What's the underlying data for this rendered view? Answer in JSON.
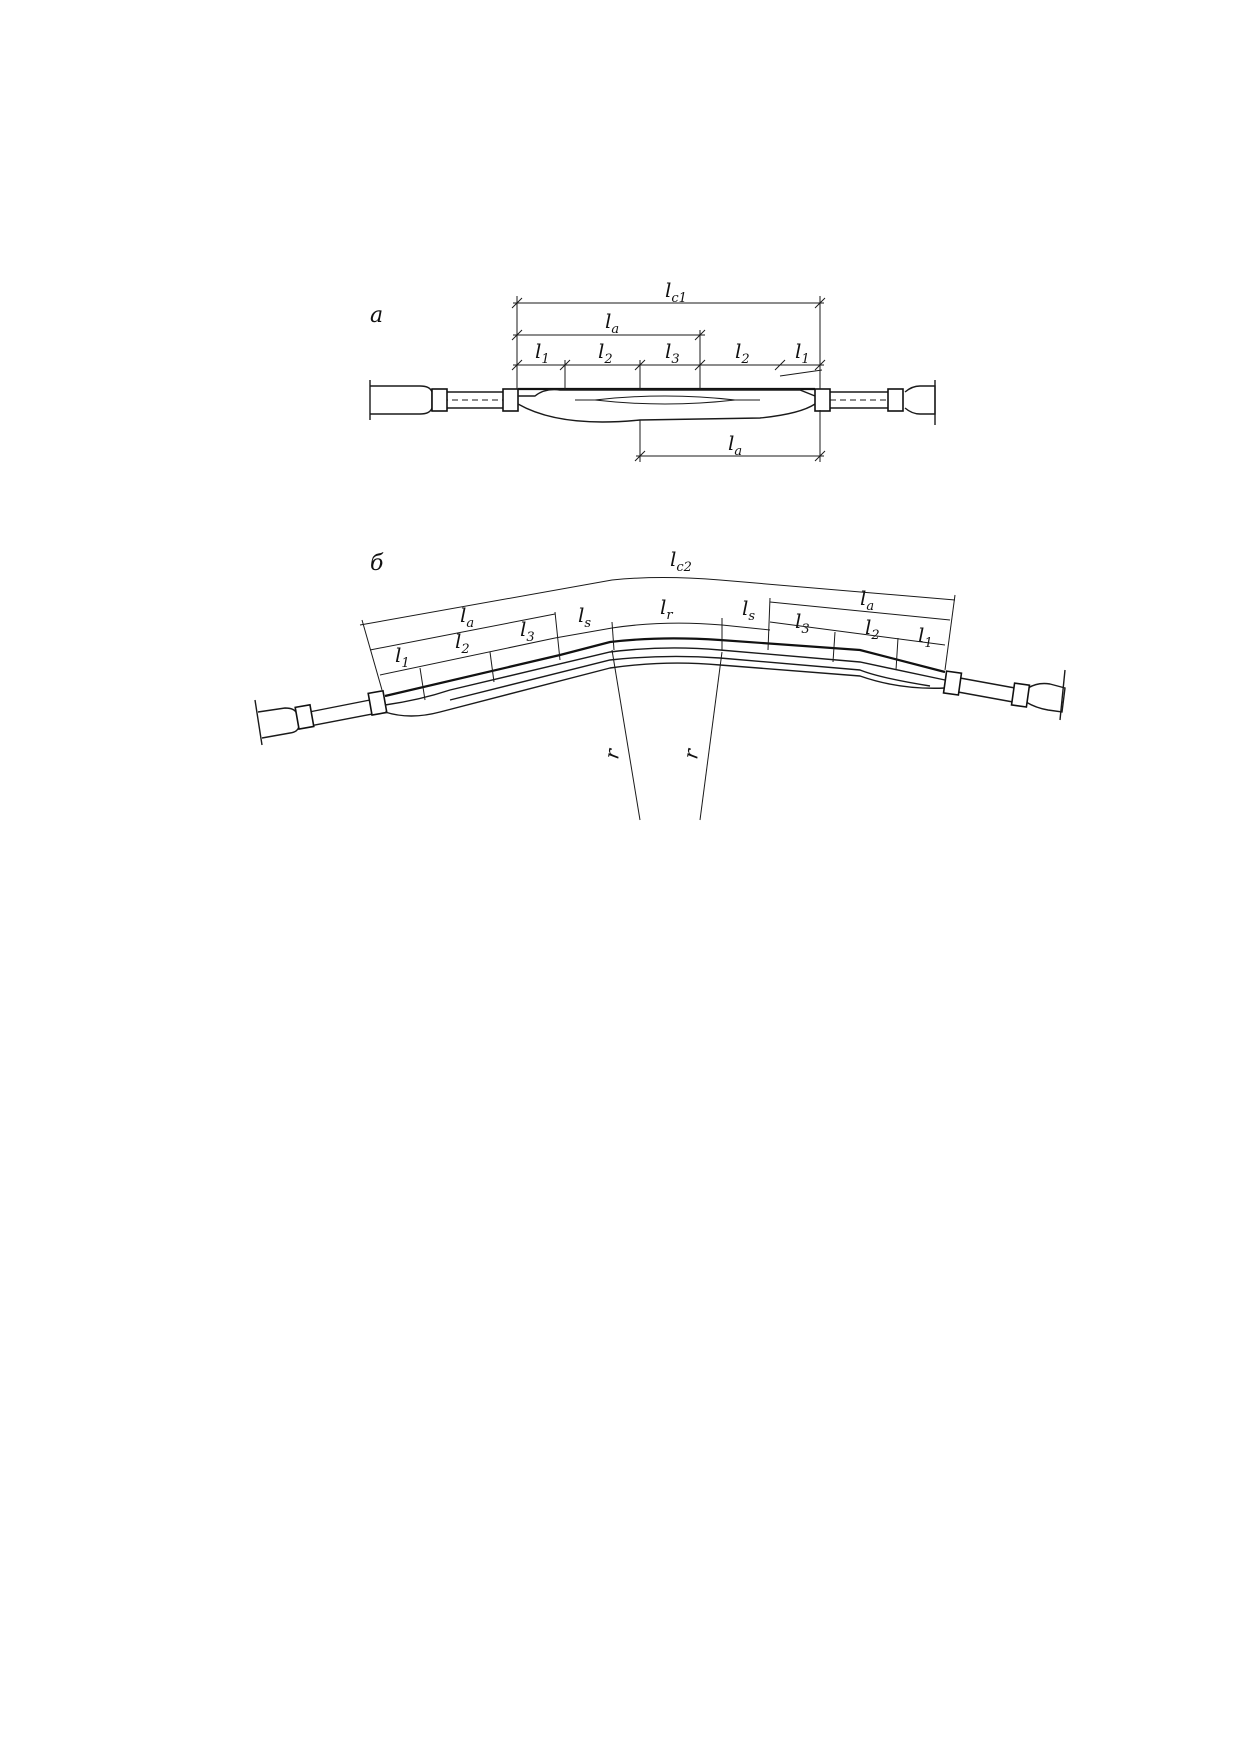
{
  "figure": {
    "panels": [
      {
        "id": "a",
        "letter": "а",
        "dimensions": {
          "total": {
            "main": "l",
            "sub": "c1"
          },
          "anchorage": {
            "main": "l",
            "sub": "a"
          },
          "anchorage_lower": {
            "main": "l",
            "sub": "a"
          },
          "zone_1_left": {
            "main": "l",
            "sub": "1"
          },
          "zone_2_left": {
            "main": "l",
            "sub": "2"
          },
          "zone_3": {
            "main": "l",
            "sub": "3"
          },
          "zone_2_right": {
            "main": "l",
            "sub": "2"
          },
          "zone_1_right": {
            "main": "l",
            "sub": "1"
          }
        }
      },
      {
        "id": "b",
        "letter": "б",
        "dimensions": {
          "total": {
            "main": "l",
            "sub": "c2"
          },
          "anchorage_left": {
            "main": "l",
            "sub": "a"
          },
          "anchorage_right": {
            "main": "l",
            "sub": "a"
          },
          "transition_left": {
            "main": "l",
            "sub": "s"
          },
          "transition_right": {
            "main": "l",
            "sub": "s"
          },
          "curve": {
            "main": "l",
            "sub": "r"
          },
          "left_1": {
            "main": "l",
            "sub": "1"
          },
          "left_2": {
            "main": "l",
            "sub": "2"
          },
          "left_3": {
            "main": "l",
            "sub": "3"
          },
          "right_3": {
            "main": "l",
            "sub": "3"
          },
          "right_2": {
            "main": "l",
            "sub": "2"
          },
          "right_1": {
            "main": "l",
            "sub": "1"
          },
          "radius_left": "r",
          "radius_right": "r"
        }
      }
    ]
  }
}
